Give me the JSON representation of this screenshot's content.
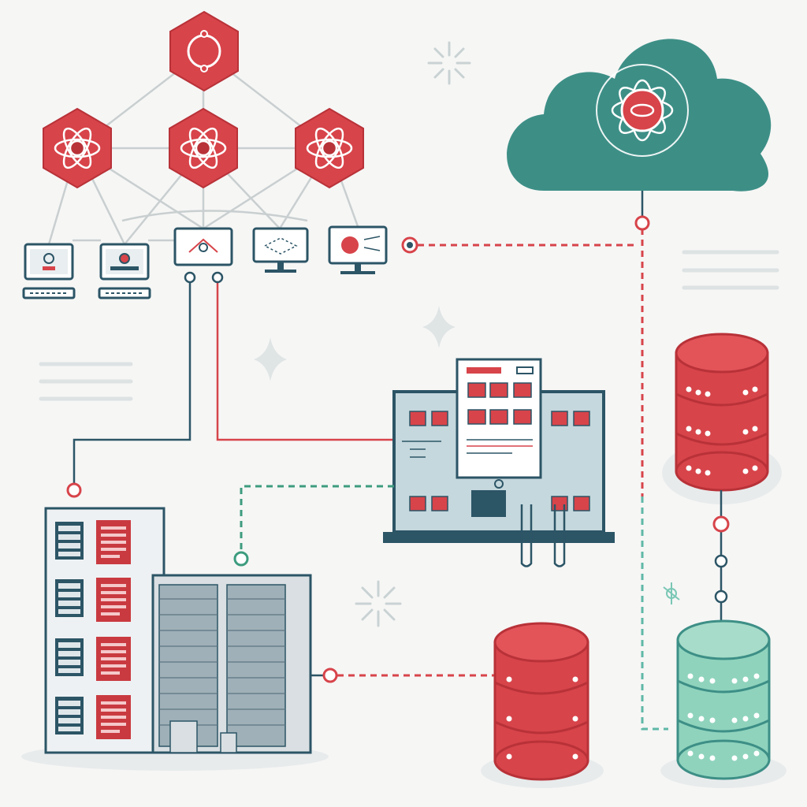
{
  "colors": {
    "red": "#d7444a",
    "red_dark": "#b83238",
    "teal": "#3d8f86",
    "teal_light": "#8fd3bd",
    "navy": "#2c5566",
    "line_gray": "#c9cfd0",
    "background": "#f6f6f5"
  },
  "nodes": {
    "hexagons": [
      {
        "id": "hex-top",
        "icon": "ring-icon"
      },
      {
        "id": "hex-left",
        "icon": "atom-icon"
      },
      {
        "id": "hex-middle",
        "icon": "atom-icon"
      },
      {
        "id": "hex-right",
        "icon": "atom-icon"
      }
    ],
    "terminals": [
      {
        "id": "laptop-1",
        "kind": "laptop"
      },
      {
        "id": "laptop-2",
        "kind": "laptop"
      },
      {
        "id": "monitor-1",
        "kind": "monitor"
      },
      {
        "id": "monitor-2",
        "kind": "monitor"
      },
      {
        "id": "monitor-3",
        "kind": "monitor"
      }
    ],
    "cloud": {
      "icon": "atom-flower-icon"
    },
    "databases": [
      {
        "id": "db-red-top-right",
        "color": "red"
      },
      {
        "id": "db-red-bottom",
        "color": "red"
      },
      {
        "id": "db-teal-bottom-right",
        "color": "teal"
      }
    ],
    "buildings": [
      {
        "id": "office-tower"
      },
      {
        "id": "data-center-building"
      }
    ],
    "server_console": {
      "icon": "control-panel-icon"
    }
  },
  "connections": [
    {
      "from": "hex-top",
      "to": "hex-left",
      "style": "solid-gray"
    },
    {
      "from": "hex-top",
      "to": "hex-middle",
      "style": "solid-gray"
    },
    {
      "from": "hex-top",
      "to": "hex-right",
      "style": "solid-gray"
    },
    {
      "from": "monitor-3",
      "to": "cloud",
      "style": "dashed-red"
    },
    {
      "from": "monitor-1",
      "to": "office-tower",
      "style": "solid-navy"
    },
    {
      "from": "monitor-1",
      "to": "server_console",
      "style": "solid-red"
    },
    {
      "from": "server_console",
      "to": "data-center-building",
      "style": "dashed-teal"
    },
    {
      "from": "data-center-building",
      "to": "db-red-bottom",
      "style": "dashed-red"
    },
    {
      "from": "cloud",
      "to": "db-teal-bottom-right",
      "style": "dashed-teal"
    },
    {
      "from": "db-red-top-right",
      "to": "db-teal-bottom-right",
      "style": "solid-navy"
    }
  ]
}
